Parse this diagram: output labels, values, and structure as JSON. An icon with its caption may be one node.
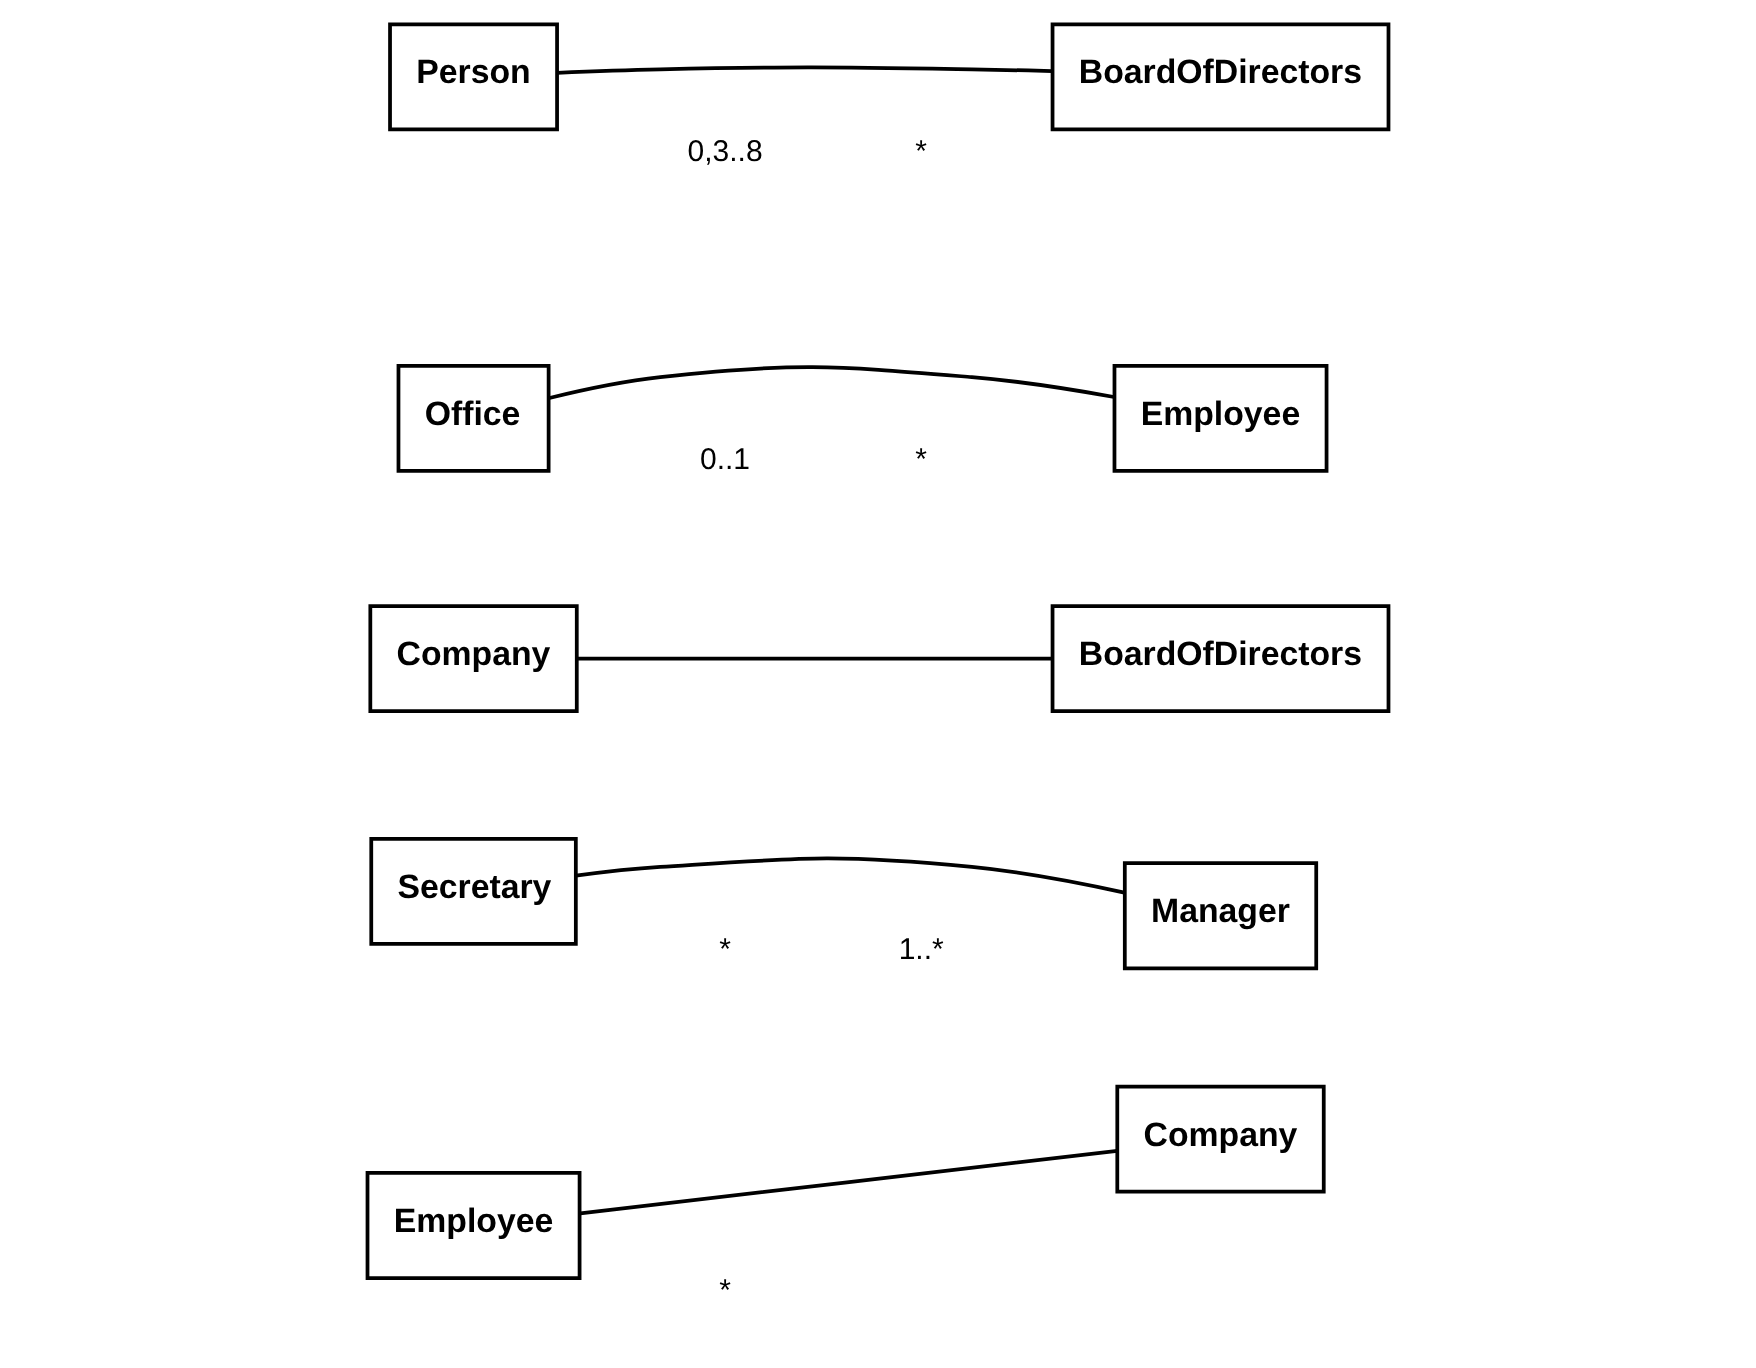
{
  "diagram": {
    "nodes": [
      {
        "text": [
          "Employee"
        ]
      },
      {
        "text": [
          "Company"
        ]
      },
      {
        "text": [
          "Secretary"
        ]
      },
      {
        "text": [
          "Manager"
        ]
      },
      {
        "text": [
          "Company"
        ]
      },
      {
        "text": [
          "BoardOfDirectors"
        ]
      },
      {
        "text": [
          "Office"
        ]
      },
      {
        "text": [
          "Employee"
        ]
      },
      {
        "text": [
          "Person"
        ]
      },
      {
        "text": [
          "BoardOfDirectors"
        ]
      }
    ],
    "edges": [
      {
        "from": 0,
        "to": 1,
        "arrow": "none"
      },
      {
        "from": 2,
        "to": 3,
        "arrow": "none"
      },
      {
        "from": 4,
        "to": 5,
        "arrow": "none"
      },
      {
        "from": 6,
        "to": 7,
        "arrow": "none"
      },
      {
        "from": 8,
        "to": 9,
        "arrow": "none"
      }
    ],
    "labels": [
      "*",
      "*",
      "1..*",
      "0..1",
      "*",
      "0,3..8",
      "*"
    ]
  }
}
